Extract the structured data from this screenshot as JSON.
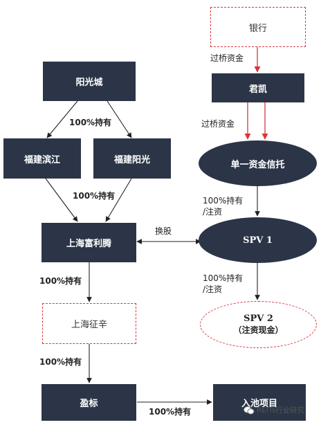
{
  "nodes": {
    "bank": "银行",
    "junkai": "君凯",
    "trust": "单一资金信托",
    "spv1": "SPV 1",
    "spv2_line1": "SPV 2",
    "spv2_line2": "（注资现金）",
    "yangguangcheng": "阳光城",
    "fujian_binjiang": "福建滨江",
    "fujian_yangguang": "福建阳光",
    "shanghai_fuliteng": "上海富利腾",
    "shanghai_zhengxin": "上海征辛",
    "yingbiao": "盈标",
    "pool_project": "入池项目"
  },
  "labels": {
    "bridge_fund_1": "过桥资金",
    "bridge_fund_2": "过桥资金",
    "hold_1": "100%持有",
    "hold_2": "100%持有",
    "hold_3": "100%持有",
    "hold_4": "100%持有",
    "hold_5": "100%持有",
    "hold_capital_1_a": "100%持有",
    "hold_capital_1_b": "/注资",
    "hold_capital_2_a": "100%持有",
    "hold_capital_2_b": "/注资",
    "share_swap": "换股"
  },
  "watermark": "REITs行业研究",
  "colors": {
    "dark_box": "#2b3547",
    "red_arrow": "#d9353b",
    "black_arrow": "#222222"
  }
}
